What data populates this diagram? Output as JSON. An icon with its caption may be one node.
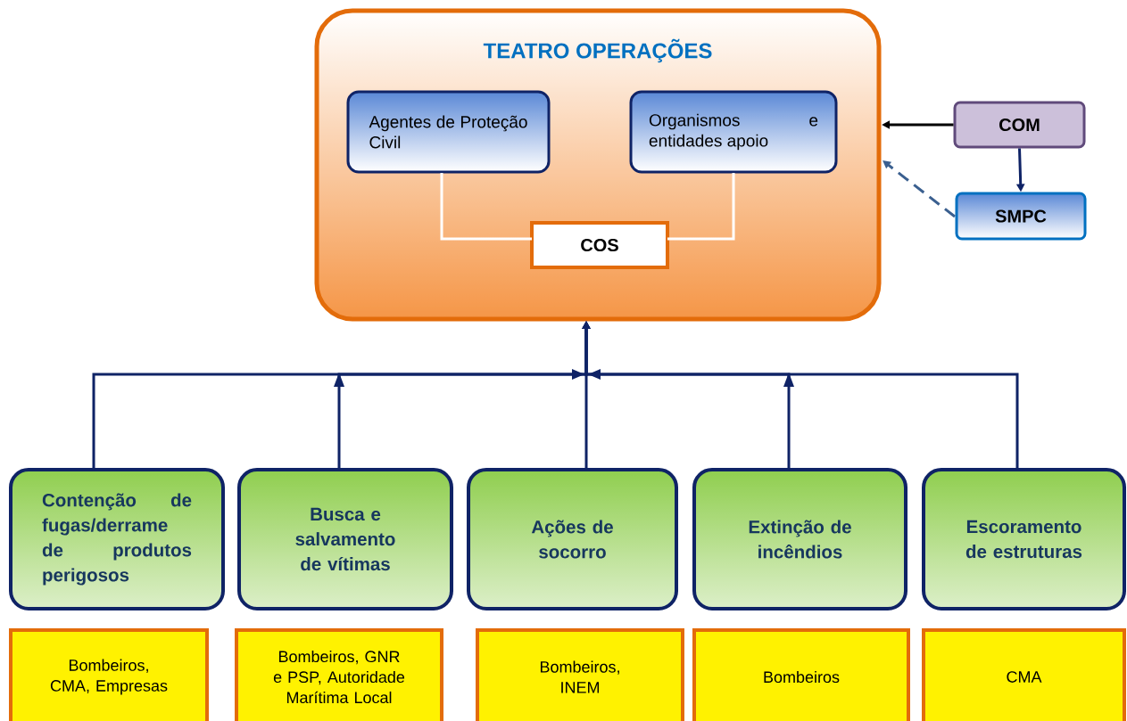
{
  "diagram": {
    "nodes": [
      {
        "text": [
          "TEATRO OPERAÇÕES"
        ]
      },
      {
        "text": [
          "Agentes de Proteção Civil"
        ],
        "in": 0
      },
      {
        "text": [
          "Organismos e entidades apoio"
        ],
        "in": 0
      },
      {
        "text": [
          "COS"
        ],
        "in": 0
      },
      {
        "text": [
          "COM"
        ]
      },
      {
        "text": [
          "SMPC"
        ]
      },
      {
        "text": [
          "Contenção de fugas/derrame de produtos perigosos"
        ]
      },
      {
        "text": [
          "Busca e salvamento de vítimas"
        ]
      },
      {
        "text": [
          "Ações de socorro"
        ]
      },
      {
        "text": [
          "Extinção de incêndios"
        ]
      },
      {
        "text": [
          "Escoramento de estruturas"
        ]
      },
      {
        "text": [
          "Bombeiros, CMA, Empresas"
        ]
      },
      {
        "text": [
          "Bombeiros, GNR e PSP, Autoridade Marítima Local"
        ]
      },
      {
        "text": [
          "Bombeiros, INEM"
        ]
      },
      {
        "text": [
          "Bombeiros"
        ]
      },
      {
        "text": [
          "CMA"
        ]
      }
    ],
    "edges": [
      {
        "from": 1,
        "to": 3,
        "arrow": "none",
        "color": "#ffffff"
      },
      {
        "from": 2,
        "to": 3,
        "arrow": "none",
        "color": "#ffffff"
      },
      {
        "from": 4,
        "to": 0,
        "arrow": "to",
        "color": "#000000"
      },
      {
        "from": 4,
        "to": 5,
        "arrow": "to"
      },
      {
        "from": 5,
        "to": 0,
        "arrow": "to",
        "style": "dashed",
        "color": "#3a5f8f"
      },
      {
        "from": 6,
        "to": 0,
        "arrow": "to"
      },
      {
        "from": 7,
        "to": 0,
        "arrow": "to"
      },
      {
        "from": 8,
        "to": 0,
        "arrow": "to"
      },
      {
        "from": 9,
        "to": 0,
        "arrow": "to"
      },
      {
        "from": 10,
        "to": 0,
        "arrow": "to"
      }
    ]
  }
}
